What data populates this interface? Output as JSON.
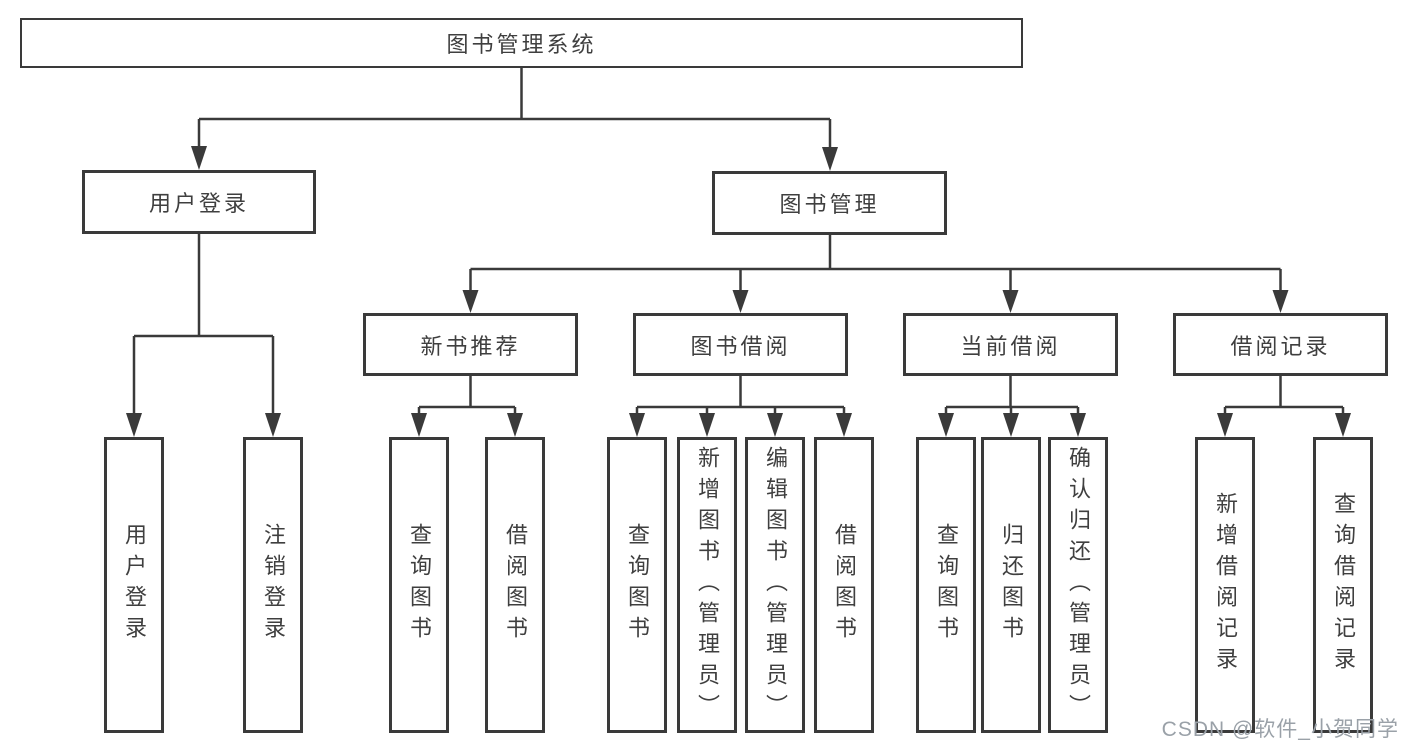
{
  "diagram_title": "图书管理系统",
  "colors": {
    "line": "#3a3a3a",
    "box_border": "#3a3a3a",
    "box_background": "#ffffff",
    "text": "#3f3f3f",
    "watermark": "#9aa1a8"
  },
  "nodes": {
    "root": "图书管理系统",
    "user_login": "用户登录",
    "book_manage": "图书管理",
    "new_book_rec": "新书推荐",
    "book_borrow": "图书借阅",
    "current_borrow": "当前借阅",
    "borrow_records": "借阅记录",
    "leaf_user_login": "用户登录",
    "leaf_logout": "注销登录",
    "rec_query_books": "查询图书",
    "rec_borrow_books": "借阅图书",
    "bb_query_books": "查询图书",
    "bb_add_books": "新增图书（管理员）",
    "bb_edit_books": "编辑图书（管理员）",
    "bb_borrow_books": "借阅图书",
    "cb_query_books": "查询图书",
    "cb_return_books": "归还图书",
    "cb_confirm_return": "确认归还（管理员）",
    "br_add_record": "新增借阅记录",
    "br_query_record": "查询借阅记录"
  },
  "tree": {
    "root": "图书管理系统",
    "children": [
      {
        "label": "用户登录",
        "children": [
          "用户登录",
          "注销登录"
        ]
      },
      {
        "label": "图书管理",
        "children": [
          {
            "label": "新书推荐",
            "children": [
              "查询图书",
              "借阅图书"
            ]
          },
          {
            "label": "图书借阅",
            "children": [
              "查询图书",
              "新增图书（管理员）",
              "编辑图书（管理员）",
              "借阅图书"
            ]
          },
          {
            "label": "当前借阅",
            "children": [
              "查询图书",
              "归还图书",
              "确认归还（管理员）"
            ]
          },
          {
            "label": "借阅记录",
            "children": [
              "新增借阅记录",
              "查询借阅记录"
            ]
          }
        ]
      }
    ]
  },
  "watermark": "CSDN @软件_小贺同学"
}
